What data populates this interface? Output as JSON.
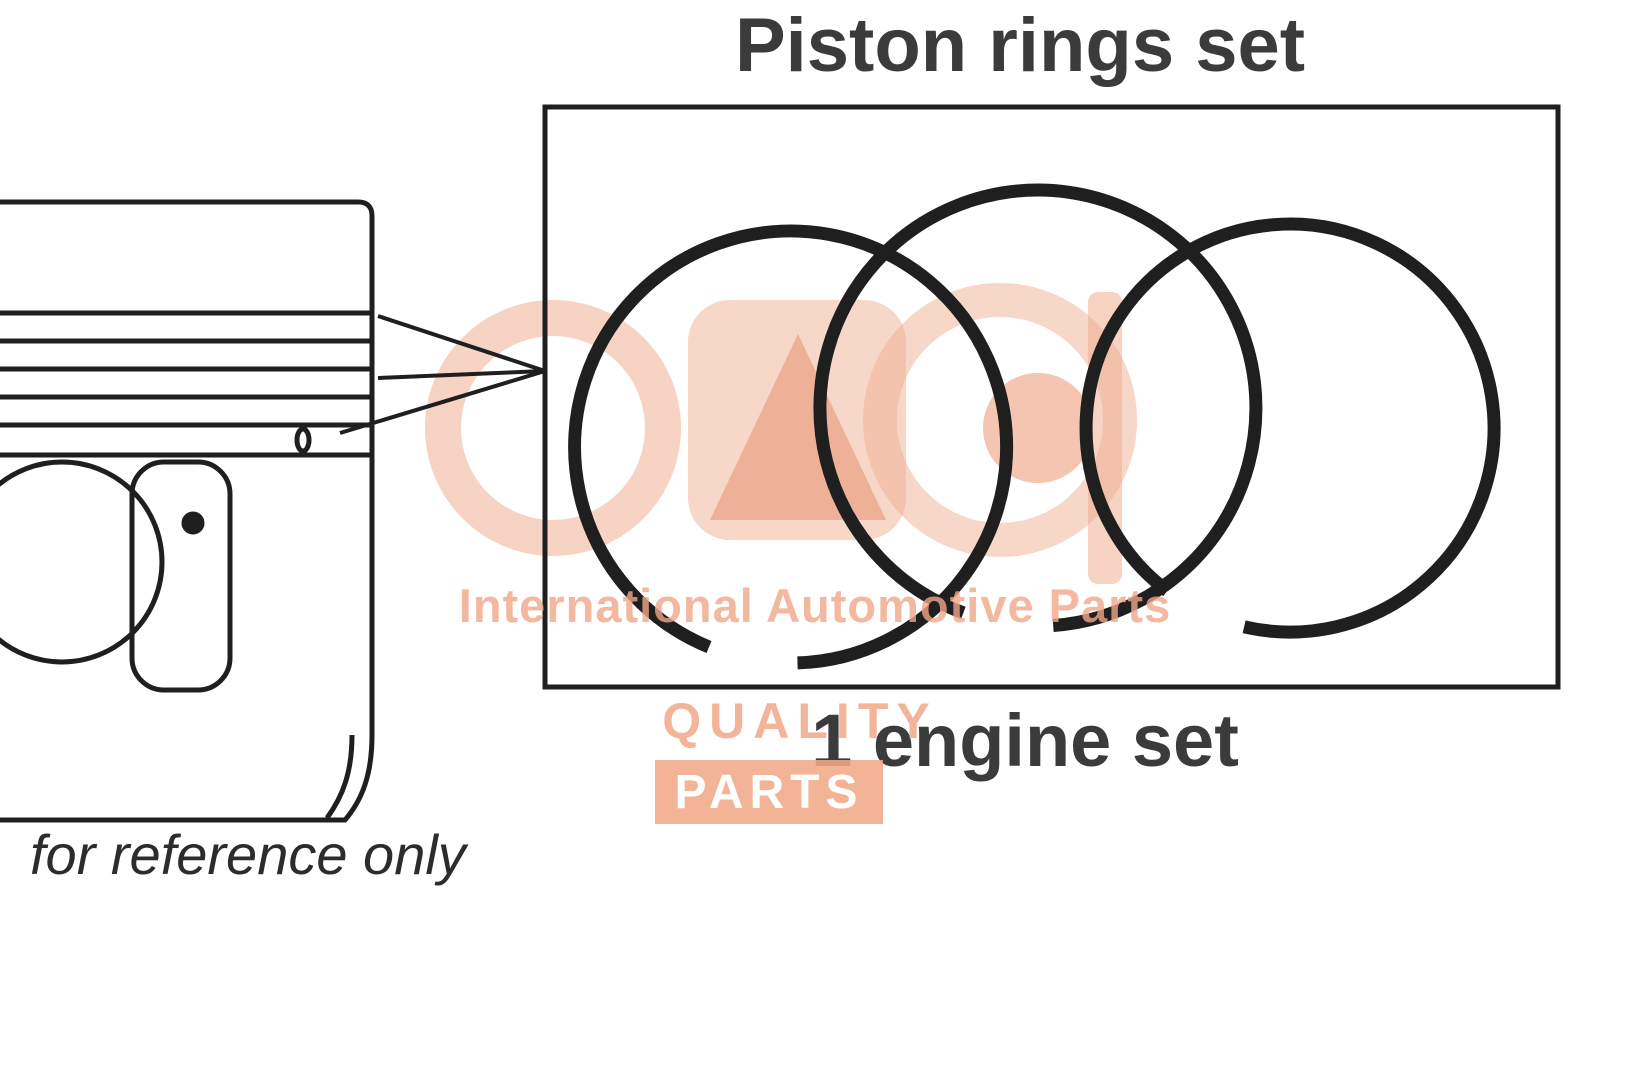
{
  "diagram": {
    "title": "Piston rings set",
    "box_caption": "1 engine set",
    "reference_note": "for reference only",
    "rings_count": 3
  },
  "watermark": {
    "brand_line": "International Automotive Parts",
    "quality_label": "QUALITY",
    "parts_label": "PARTS",
    "logo": "IAP"
  },
  "colors": {
    "line_art": "#1f1f1f",
    "heading_text": "#3b3b3b",
    "watermark_salmon": "#f0a888",
    "background": "#ffffff"
  }
}
